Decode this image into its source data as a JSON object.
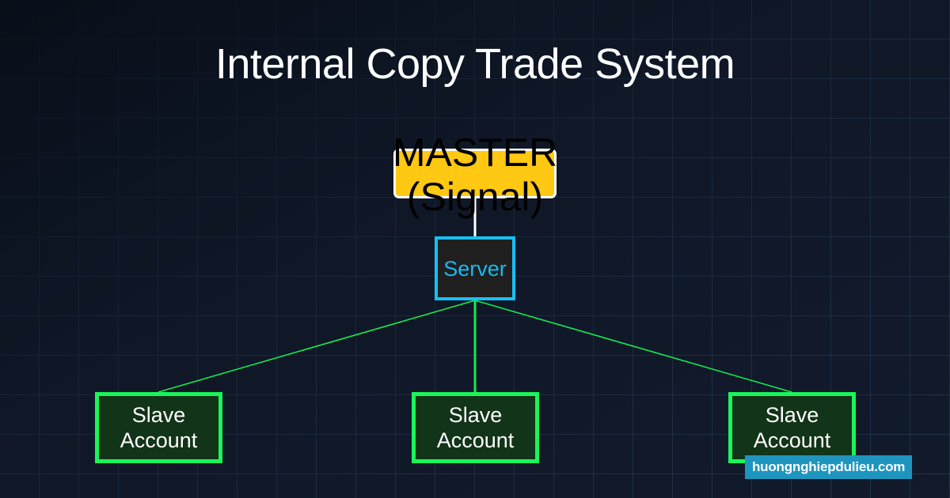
{
  "diagram": {
    "title": "Internal Copy Trade System",
    "background_color": "#101828",
    "grid_color": "#344e6e",
    "nodes": [
      {
        "id": "master",
        "name": "master-node",
        "label": "MASTER (Signal)",
        "label_line1": "MASTER",
        "label_line2": "(Signal)",
        "fill": "#FFC812",
        "border": "#FFFFFF",
        "text_color": "#000000"
      },
      {
        "id": "server",
        "name": "server-node",
        "label": "Server",
        "fill": "#1F1F1F",
        "border": "#17C0F4",
        "text_color": "#1CB8F2"
      },
      {
        "id": "slave-0",
        "name": "slave-account-node-left",
        "label": "Slave Account",
        "label_line1": "Slave",
        "label_line2": "Account",
        "fill": "#123418",
        "border": "#19F55A",
        "text_color": "#FFFFFF"
      },
      {
        "id": "slave-1",
        "name": "slave-account-node-center",
        "label": "Slave Account",
        "label_line1": "Slave",
        "label_line2": "Account",
        "fill": "#123418",
        "border": "#19F55A",
        "text_color": "#FFFFFF"
      },
      {
        "id": "slave-2",
        "name": "slave-account-node-right",
        "label": "Slave Account",
        "label_line1": "Slave",
        "label_line2": "Account",
        "fill": "#123418",
        "border": "#19F55A",
        "text_color": "#FFFFFF"
      }
    ],
    "edges": [
      {
        "id": "master-to-server",
        "from": "master",
        "to": "server",
        "color": "#FFFFFF",
        "width": 3
      },
      {
        "id": "server-to-slave-0",
        "from": "server",
        "to": "slave-0",
        "color": "#17E84F",
        "width": 2
      },
      {
        "id": "server-to-slave-1",
        "from": "server",
        "to": "slave-1",
        "color": "#17E84F",
        "width": 3
      },
      {
        "id": "server-to-slave-2",
        "from": "server",
        "to": "slave-2",
        "color": "#17E84F",
        "width": 2
      }
    ]
  },
  "watermark": {
    "text": "huongnghiepdulieu.com",
    "background": "#1E95BE",
    "color": "#FFFFFF"
  }
}
